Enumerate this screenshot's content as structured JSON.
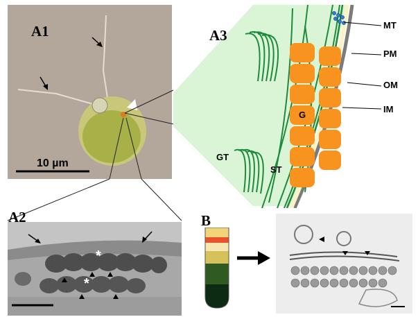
{
  "panel_a1": {
    "label": "A1",
    "scale_bar_label": "10 µm"
  },
  "panel_a2": {
    "label": "A2",
    "asterisk_symbol": "*"
  },
  "panel_a3": {
    "label": "A3",
    "structure_labels": {
      "mt": "MT",
      "pm": "PM",
      "om": "OM",
      "im": "IM",
      "g": "G",
      "gt": "GT",
      "st": "ST"
    },
    "colors": {
      "background": "#d9f5d6",
      "grana_stack": "#f7931e",
      "thylakoid": "#1f8a3b",
      "envelope_fill": "#fbf3c8",
      "microtubule": "#2f7fd6"
    }
  },
  "panel_b": {
    "label": "B",
    "tube_band_colors": [
      "#f1d47a",
      "#e8522a",
      "#f6e7b0",
      "#d6c25a",
      "#2f5a22",
      "#0d2a12"
    ]
  }
}
